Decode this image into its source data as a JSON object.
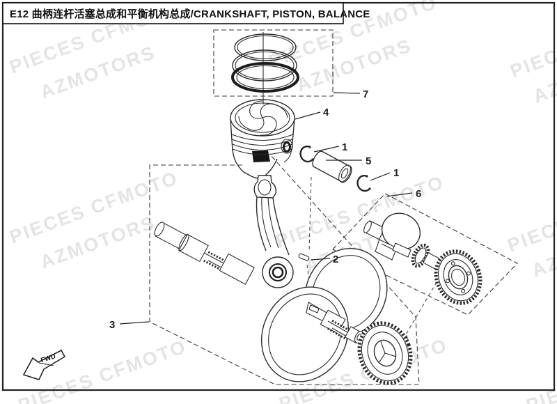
{
  "title": "E12 曲柄连杆活塞总成和平衡机构总成/CRANKSHAFT, PISTON, BALANCE",
  "watermark": {
    "line1": "PIECES CFMOTO",
    "line2": "AZMOTORS"
  },
  "fwd": "FWD",
  "labels": {
    "ring_set": "7",
    "piston": "4",
    "circlip_top": "1",
    "piston_pin": "5",
    "circlip_bottom": "1",
    "balance_assy": "6",
    "key": "2",
    "crank_assy": "3"
  },
  "colors": {
    "line": "#2b2b2b",
    "border": "#222222",
    "watermark": "#e4e4e4",
    "background": "#ffffff"
  }
}
